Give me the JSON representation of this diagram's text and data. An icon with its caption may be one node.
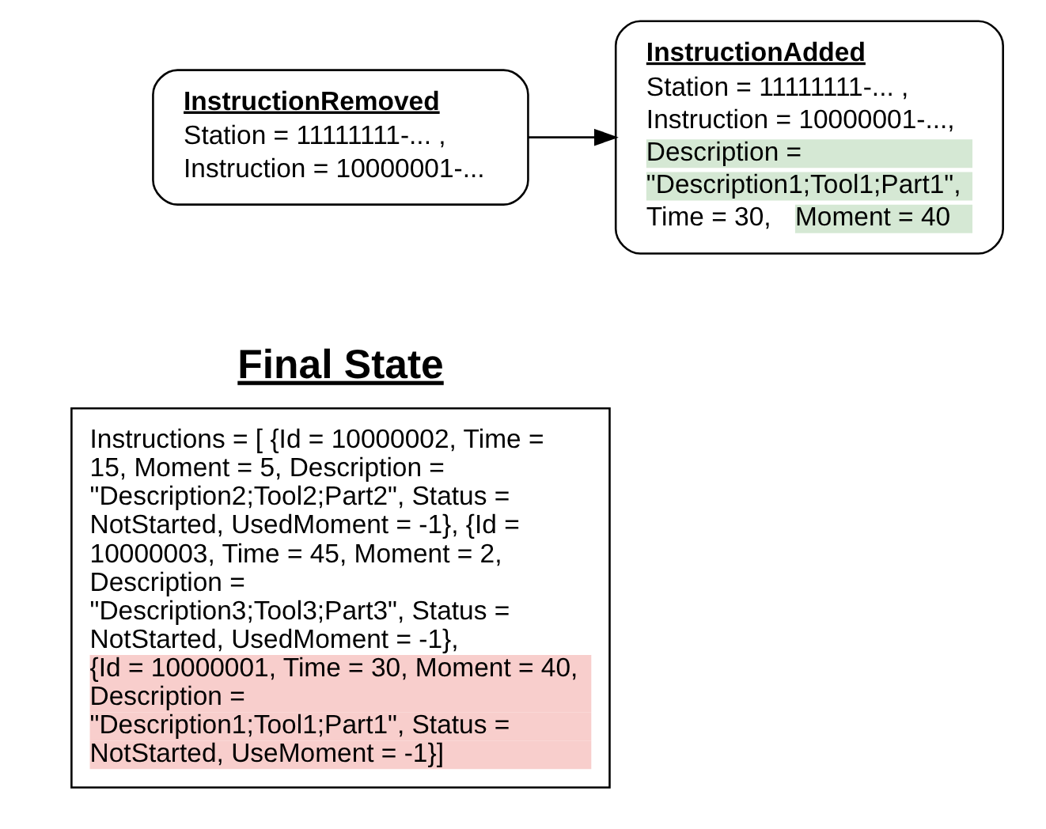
{
  "diagram": {
    "nodes": [
      {
        "text": [
          "InstructionRemoved",
          "Station = 11111111-... , Instruction = 10000001-..."
        ]
      },
      {
        "text": [
          "InstructionAdded",
          "Station = 11111111-... , Instruction = 10000001-...,",
          "Description = \"Description1;Tool1;Part1\",",
          "Time = 30,",
          "Moment = 40"
        ]
      },
      {
        "text": [
          "Final State",
          "Instructions = [ {Id = 10000002, Time = 15, Moment = 5, Description = \"Description2;Tool2;Part2\", Status = NotStarted, UsedMoment = -1}, {Id = 10000003, Time = 45, Moment = 2, Description = \"Description3;Tool3;Part3\", Status = NotStarted, UsedMoment = -1},",
          "{Id = 10000001, Time = 30, Moment = 40, Description = \"Description1;Tool1;Part1\", Status = NotStarted, UseMoment = -1}]"
        ]
      }
    ],
    "edges": [
      {
        "from": 0,
        "to": 1,
        "arrow": "to"
      }
    ]
  }
}
